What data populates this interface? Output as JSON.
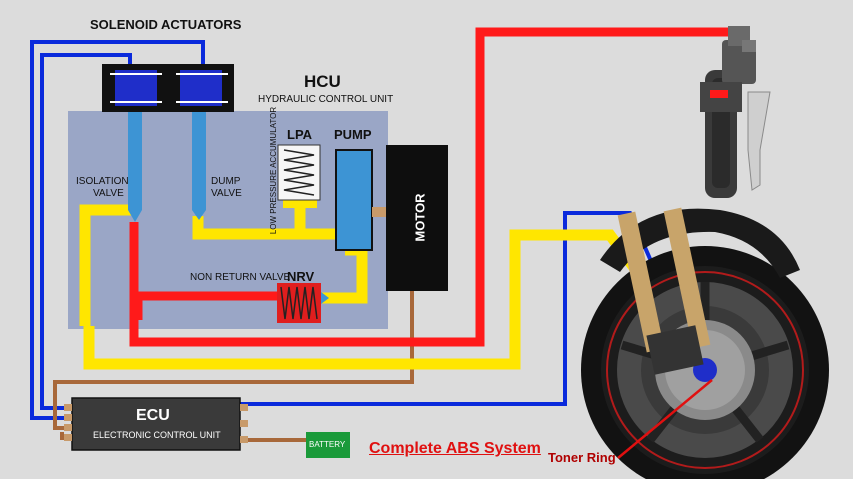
{
  "labels": {
    "solenoid_actuators": "SOLENOID ACTUATORS",
    "hcu": "HCU",
    "hcu_full": "HYDRAULIC CONTROL UNIT",
    "lpa": "LPA",
    "lpa_full": "LOW PRESSURE ACCUMULATOR",
    "pump": "PUMP",
    "motor": "MOTOR",
    "isolation_valve_1": "ISOLATION",
    "isolation_valve_2": "VALVE",
    "dump_valve_1": "DUMP",
    "dump_valve_2": "VALVE",
    "non_return_valve": "NON RETURN VALVE",
    "nrv": "NRV",
    "ecu": "ECU",
    "ecu_full": "ELECTRONIC CONTROL UNIT",
    "battery": "BATTERY",
    "complete_abs": "Complete ABS System",
    "toner_ring": "Toner Ring"
  },
  "colors": {
    "background": "#dcdcdc",
    "hcu_block": "#9aa6c6",
    "blue_wire": "#0a2adc",
    "red_line": "#ff1a1a",
    "yellow_line": "#ffe600",
    "brown_wire": "#a8683a",
    "title_red": "#e01010",
    "battery_green": "#1a9a3a"
  }
}
